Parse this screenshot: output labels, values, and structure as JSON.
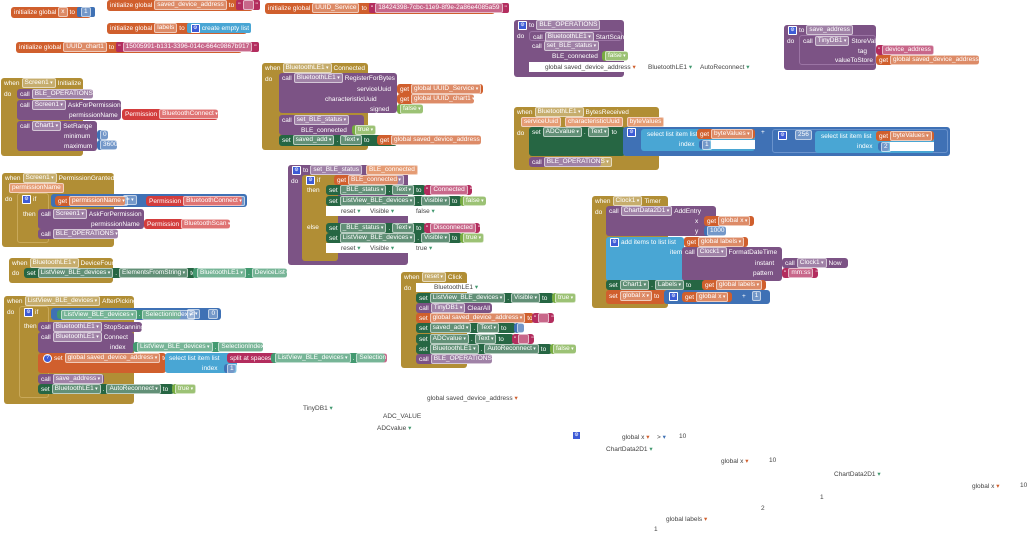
{
  "globals": {
    "x": {
      "label": "initialize global",
      "name": "x",
      "to": "to",
      "value": "1"
    },
    "saved_device_address": {
      "label": "initialize global",
      "name": "saved_device_address",
      "to": "to",
      "value": ""
    },
    "labels": {
      "label": "initialize global",
      "name": "labels",
      "to": "to",
      "value": "create empty list"
    },
    "uuid_chart": {
      "label": "initialize global",
      "name": "UUID_chart1",
      "to": "to",
      "value": "15005991-b131-3396-014c-664c9867b917"
    },
    "uuid_service": {
      "label": "initialize global",
      "name": "UUID_Service",
      "to": "to",
      "value": "18424398-7cbc-11e9-8f9e-2a86e4085a59"
    }
  },
  "keywords": {
    "when": "when",
    "do": "do",
    "call": "call",
    "set": "set",
    "to": "to",
    "get": "get",
    "if": "if",
    "then": "then",
    "else": "else",
    "dot": "."
  },
  "screen_init": {
    "component": "Screen1",
    "event": "Initialize",
    "call1": "BLE_OPERATIONS",
    "call2_comp": "Screen1",
    "call2_method": "AskForPermission",
    "permission_param": "permissionName",
    "permission_label": "Permission",
    "permission_value": "BluetoothConnect",
    "call3_comp": "Chart1",
    "call3_method": "SetRange",
    "min_label": "minimum",
    "min_value": "0",
    "max_label": "maximum",
    "max_value": "3600"
  },
  "ble_connected": {
    "component": "BluetoothLE1",
    "event": "Connected",
    "call_comp": "BluetoothLE1",
    "call_method": "RegisterForBytes",
    "p1": "serviceUuid",
    "p1_val": "global UUID_Service",
    "p2": "characteristicUuid",
    "p2_val": "global UUID_chart1",
    "p3": "signed",
    "p3_val": "false",
    "call2": "set_BLE_status",
    "p4": "BLE_connected",
    "p4_val": "true",
    "set_comp": "saved_add",
    "set_prop": "Text",
    "set_val": "global saved_device_address"
  },
  "ble_operations": {
    "proc": "BLE_OPERATIONS",
    "call_comp": "BluetoothLE1",
    "call_method": "StartScanning",
    "call2": "set_BLE_status",
    "param": "BLE_connected",
    "param_val": "false",
    "ghost1": "global saved_device_address",
    "ghost2": "BluetoothLE1",
    "ghost3": "AutoReconnect"
  },
  "save_address": {
    "proc": "save_address",
    "call_comp": "TinyDB1",
    "call_method": "StoreValue",
    "tag_label": "tag",
    "tag_val": "device_address",
    "vts_label": "valueToStore",
    "vts_val": "global saved_device_address"
  },
  "bytes_received": {
    "component": "BluetoothLE1",
    "event": "BytesReceived",
    "params": [
      "serviceUuid",
      "characteristicUuid",
      "byteValues"
    ],
    "set_comp": "ADCvalue",
    "set_prop": "Text",
    "sel1": "select list item  list",
    "sel1_get": "byteValues",
    "index_label": "index",
    "idx1": "1",
    "op_plus": "+",
    "mult_val": "256",
    "op_mult": "×",
    "sel2": "select list item  list",
    "sel2_get": "byteValues",
    "idx2": "2",
    "call": "BLE_OPERATIONS"
  },
  "permission_granted": {
    "component": "Screen1",
    "event": "PermissionGranted",
    "param": "permissionName",
    "if_get": "permissionName",
    "op": "=",
    "perm_label": "Permission",
    "perm_value": "BluetoothConnect",
    "call_comp": "Screen1",
    "call_method": "AskForPermission",
    "p_label": "permissionName",
    "p_perm": "Permission",
    "p_value": "BluetoothScan",
    "call2": "BLE_OPERATIONS"
  },
  "set_ble_status": {
    "proc": "set_BLE_status",
    "param": "BLE_connected",
    "if_get": "BLE_connected",
    "then1_comp": "_BLE_status",
    "then1_prop": "Text",
    "then1_val": "Connected",
    "then2_comp": "ListView_BLE_devices",
    "then2_prop": "Visible",
    "then2_val": "false",
    "ghost_then": [
      "reset",
      "Visible",
      "false"
    ],
    "else1_comp": "_BLE_status",
    "else1_prop": "Text",
    "else1_val": "Disconnected",
    "else2_comp": "ListView_BLE_devices",
    "else2_prop": "Visible",
    "else2_val": "true",
    "ghost_else": [
      "reset",
      "Visible",
      "true"
    ]
  },
  "device_found": {
    "component": "BluetoothLE1",
    "event": "DeviceFound",
    "set_comp": "ListView_BLE_devices",
    "set_prop": "ElementsFromString",
    "val_comp": "BluetoothLE1",
    "val_prop": "DeviceList"
  },
  "after_picking": {
    "component": "ListView_BLE_devices",
    "event": "AfterPicking",
    "if_comp": "ListView_BLE_devices",
    "if_prop": "SelectionIndex",
    "op": "≥",
    "cmp_val": "0",
    "call1_comp": "BluetoothLE1",
    "call1_method": "StopScanning",
    "call2_comp": "BluetoothLE1",
    "call2_method": "Connect",
    "index_label": "index",
    "index_comp": "ListView_BLE_devices",
    "index_prop": "SelectionIndex",
    "set_var": "global saved_device_address",
    "sel": "select list item  list",
    "split": "split at spaces",
    "split_comp": "ListView_BLE_devices",
    "split_prop": "Selection",
    "sel_idx": "1",
    "call3": "save_address",
    "set2_comp": "BluetoothLE1",
    "set2_prop": "AutoReconnect",
    "set2_val": "true"
  },
  "reset_click": {
    "component": "reset",
    "event": "Click",
    "ghost": "BluetoothLE1",
    "s1_comp": "ListView_BLE_devices",
    "s1_prop": "Visible",
    "s1_val": "true",
    "c1_comp": "TinyDB1",
    "c1_method": "ClearAll",
    "s2_var": "global saved_device_address",
    "s2_val": "",
    "s3_comp": "saved_add",
    "s3_prop": "Text",
    "s3_val": "",
    "s4_comp": "ADCvalue",
    "s4_prop": "Text",
    "s4_val": "",
    "s5_comp": "BluetoothLE1",
    "s5_prop": "AutoReconnect",
    "s5_val": "false",
    "c2": "BLE_OPERATIONS"
  },
  "clock_timer": {
    "component": "Clock1",
    "event": "Timer",
    "call_comp": "ChartData2D1",
    "call_method": "AddEntry",
    "x_label": "x",
    "x_val": "global x",
    "y_label": "y",
    "y_val": "1000",
    "add_items": "add items to list  list",
    "add_list": "global labels",
    "item_label": "item",
    "fmt_comp": "Clock1",
    "fmt_method": "FormatDateTime",
    "instant_label": "instant",
    "now_comp": "Clock1",
    "now_method": "Now",
    "pattern_label": "pattern",
    "pattern_val": "mm:ss",
    "set1_comp": "Chart1",
    "set1_prop": "Labels",
    "set1_val": "global labels",
    "set2_var": "global x",
    "add_get": "global x",
    "plus": "+",
    "add_val": "1"
  },
  "ghost_fragments": [
    {
      "text": "global saved_device_address",
      "dot": "orange"
    },
    {
      "text": "TinyDB1",
      "dot": "green"
    },
    {
      "text": "ADC_VALUE",
      "dot": ""
    },
    {
      "text": "ADCvalue",
      "dot": "green"
    },
    {
      "text": "global x",
      "dot": "orange"
    },
    {
      "text": ">",
      "dot": "blue"
    },
    {
      "text": "10",
      "dot": ""
    },
    {
      "text": "ChartData2D1",
      "dot": "green"
    },
    {
      "text": "global x",
      "dot": "orange"
    },
    {
      "text": "10",
      "dot": ""
    },
    {
      "text": "ChartData2D1",
      "dot": "green"
    },
    {
      "text": "global x",
      "dot": "orange"
    },
    {
      "text": "10",
      "dot": ""
    },
    {
      "text": "1",
      "dot": ""
    },
    {
      "text": "2",
      "dot": ""
    },
    {
      "text": "global labels",
      "dot": "orange"
    },
    {
      "text": "1",
      "dot": ""
    }
  ]
}
